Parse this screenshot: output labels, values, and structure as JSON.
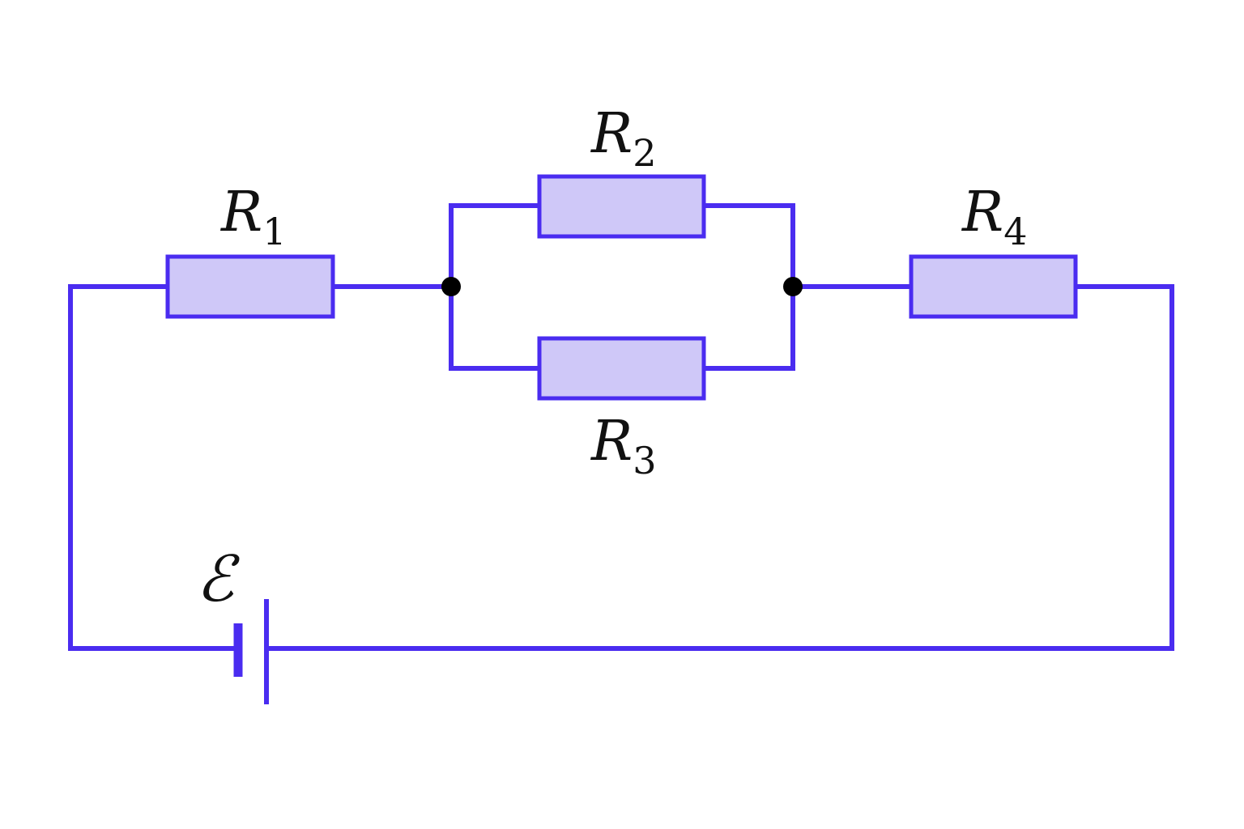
{
  "colors": {
    "wire": "#4a2cf0",
    "resistor_fill": "#cfc8f8",
    "node": "#000000",
    "text": "#111111"
  },
  "labels": {
    "r1": {
      "main": "R",
      "sub": "1"
    },
    "r2": {
      "main": "R",
      "sub": "2"
    },
    "r3": {
      "main": "R",
      "sub": "3"
    },
    "r4": {
      "main": "R",
      "sub": "4"
    },
    "emf": "ℰ"
  }
}
